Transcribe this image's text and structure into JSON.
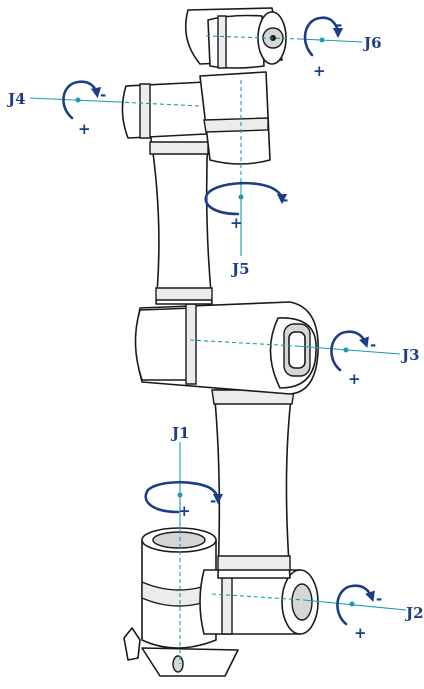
{
  "joints": [
    {
      "id": "j1",
      "label": "J1"
    },
    {
      "id": "j2",
      "label": "J2"
    },
    {
      "id": "j3",
      "label": "J3"
    },
    {
      "id": "j4",
      "label": "J4"
    },
    {
      "id": "j5",
      "label": "J5"
    },
    {
      "id": "j6",
      "label": "J6"
    }
  ],
  "signs": {
    "plus": "+",
    "minus": "-"
  },
  "colors": {
    "axis": "#1b9ab0",
    "arrow": "#1b3f86",
    "label": "#1b3f86",
    "outline": "#1a1a1a"
  }
}
